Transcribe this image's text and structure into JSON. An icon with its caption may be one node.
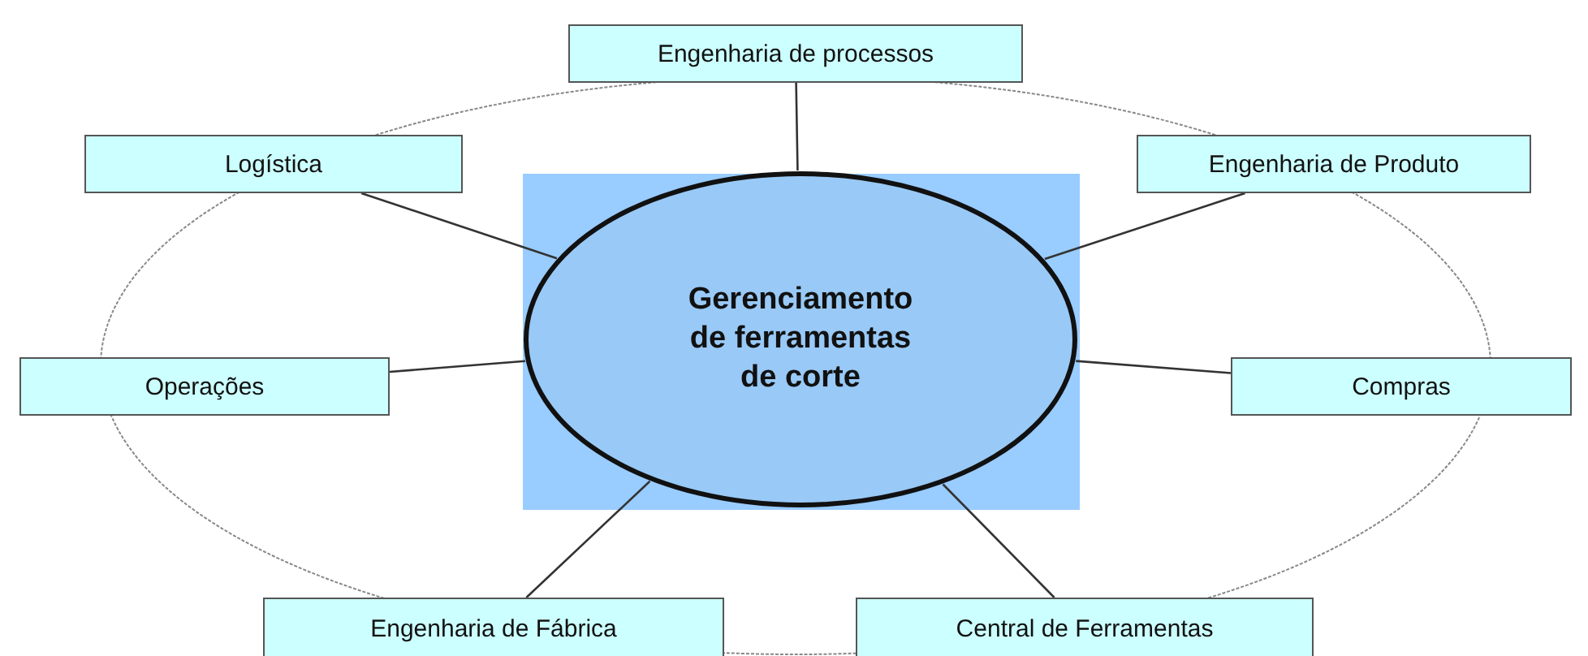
{
  "diagram": {
    "nodes": [
      {
        "text": [
          "Engenharia de processos"
        ]
      },
      {
        "text": [
          "Logística"
        ]
      },
      {
        "text": [
          "Engenharia de Produto"
        ]
      },
      {
        "text": [],
        "shape": "box"
      },
      {
        "text": [
          "Gerenciamento de ferramentas de corte"
        ],
        "in": 3
      },
      {
        "text": [
          "Operações"
        ]
      },
      {
        "text": [
          "Compras"
        ]
      },
      {
        "text": [
          "Engenharia de Fábrica"
        ]
      },
      {
        "text": [
          "Central de Ferramentas"
        ]
      }
    ],
    "edges": [
      {
        "from": 4,
        "to": 0,
        "arrow": "none"
      },
      {
        "from": 4,
        "to": 1,
        "arrow": "none"
      },
      {
        "from": 4,
        "to": 2,
        "arrow": "none"
      },
      {
        "from": 4,
        "to": 5,
        "arrow": "none"
      },
      {
        "from": 4,
        "to": 6,
        "arrow": "none"
      },
      {
        "from": 4,
        "to": 7,
        "arrow": "none"
      },
      {
        "from": 4,
        "to": 8,
        "arrow": "none"
      }
    ]
  }
}
